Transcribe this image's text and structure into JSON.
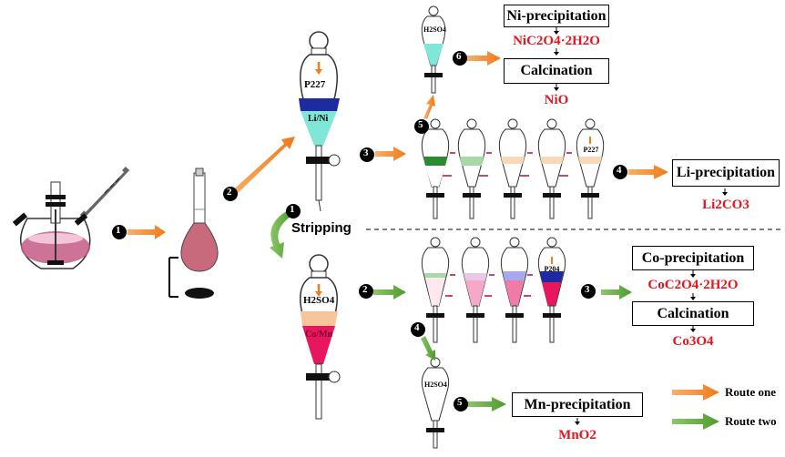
{
  "route_one": {
    "steps": [
      "1",
      "2",
      "3",
      "4",
      "5",
      "6"
    ],
    "funnel_top": "P227",
    "funnel_layer": "Li/Ni",
    "small_funnel_label": "H2SO4",
    "series_funnel_label": "P227",
    "ni_precipitation": "Ni-precipitation",
    "ni_intermediate": "NiC2O4·2H2O",
    "ni_calcination": "Calcination",
    "ni_product": "NiO",
    "li_precipitation": "Li-precipitation",
    "li_product": "Li2CO3"
  },
  "stripping_label": "Stripping",
  "route_two": {
    "steps": [
      "1",
      "2",
      "3",
      "4",
      "5"
    ],
    "funnel_top": "H2SO4",
    "funnel_layer": "Co/Mn",
    "series_funnel_label": "P204",
    "small_funnel_label": "H2SO4",
    "co_precipitation": "Co-precipitation",
    "co_intermediate": "CoC2O4·2H2O",
    "co_calcination": "Calcination",
    "co_product": "Co3O4",
    "mn_precipitation": "Mn-precipitation",
    "mn_product": "MnO2"
  },
  "legend": {
    "route_one": "Route one",
    "route_two": "Route two"
  },
  "colors": {
    "orange": "#f07d1e",
    "green": "#5aa33a",
    "red_text": "#e8141c",
    "liquor_pink": "#c96a7c",
    "navy": "#1e2aa0",
    "cyan": "#7fe6d8",
    "peach": "#f7c59a",
    "magenta": "#e8175d"
  }
}
